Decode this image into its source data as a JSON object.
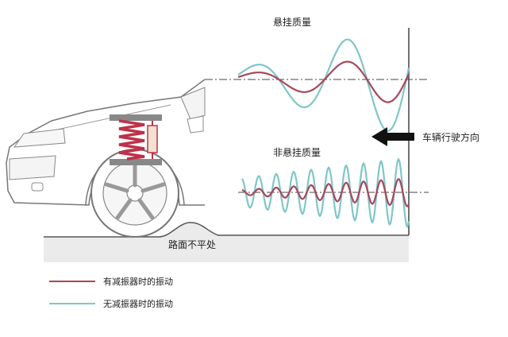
{
  "labels": {
    "sprung_mass": "悬挂质量",
    "unsprung_mass": "非悬挂质量",
    "direction": "车辆行驶方向",
    "road_bump": "路面不平处"
  },
  "legend": [
    {
      "label": "有减振器时的振动",
      "color": "#a8475a"
    },
    {
      "label": "无减振器时的振动",
      "color": "#7fc6c9"
    }
  ],
  "colors": {
    "damped": "#a8475a",
    "undamped": "#7fc6c9",
    "outline": "#777777",
    "spring": "#c03048",
    "arrow": "#111111"
  },
  "icons": {
    "direction_arrow": "left-arrow-icon"
  }
}
